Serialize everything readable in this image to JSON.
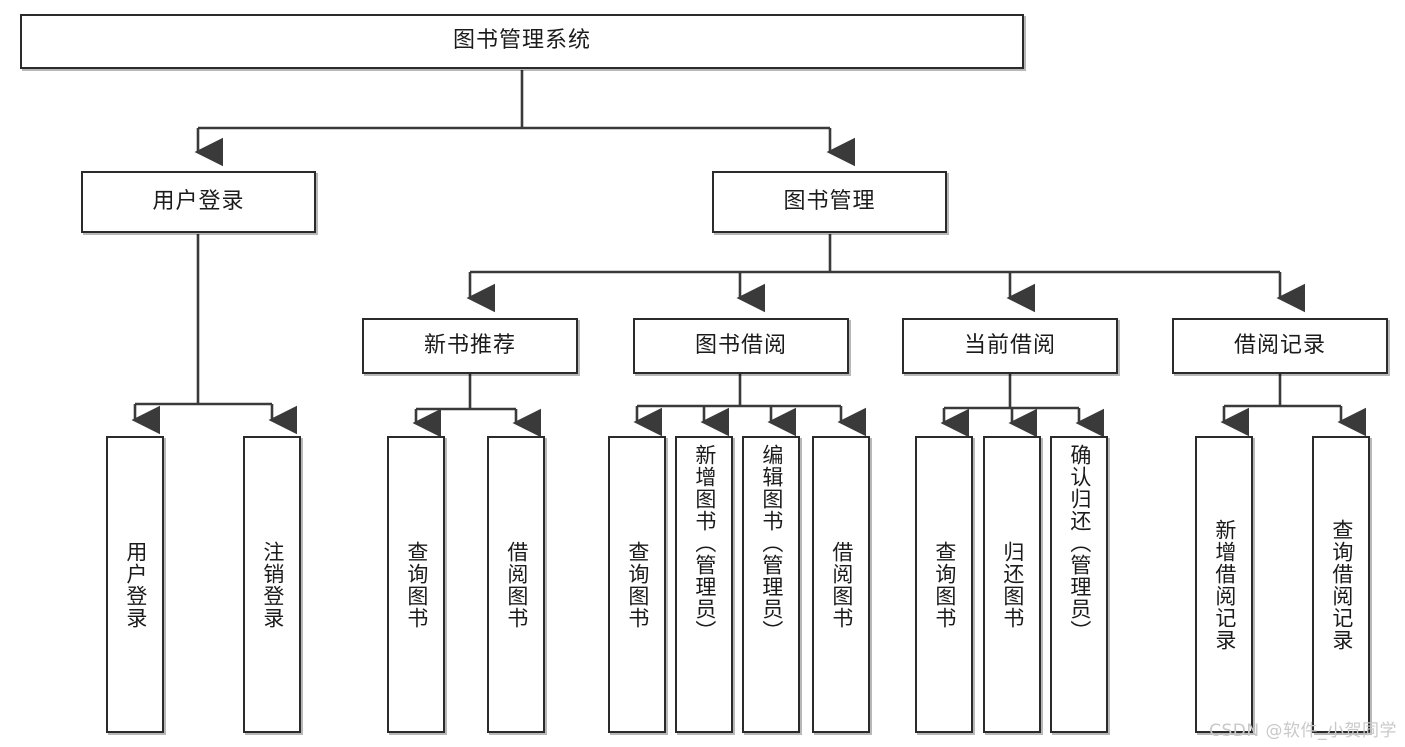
{
  "diagram": {
    "title": "图书管理系统",
    "root": {
      "label": "图书管理系统"
    },
    "level1": [
      {
        "label": "用户登录"
      },
      {
        "label": "图书管理"
      }
    ],
    "level2": [
      {
        "label": "新书推荐"
      },
      {
        "label": "图书借阅"
      },
      {
        "label": "当前借阅"
      },
      {
        "label": "借阅记录"
      }
    ],
    "leaves": {
      "user_login": [
        {
          "label": "用户登录"
        },
        {
          "label": "注销登录"
        }
      ],
      "new_book_recommend": [
        {
          "label": "查询图书"
        },
        {
          "label": "借阅图书"
        }
      ],
      "book_borrow": [
        {
          "label": "查询图书"
        },
        {
          "label": "新增图书（管理员）"
        },
        {
          "label": "编辑图书（管理员）"
        },
        {
          "label": "借阅图书"
        }
      ],
      "current_borrow": [
        {
          "label": "查询图书"
        },
        {
          "label": "归还图书"
        },
        {
          "label": "确认归还（管理员）"
        }
      ],
      "borrow_record": [
        {
          "label": "新增借阅记录"
        },
        {
          "label": "查询借阅记录"
        }
      ]
    }
  },
  "watermark": {
    "text": "CSDN @软件_小贺同学"
  },
  "colors": {
    "box_border": "#2b2b2b",
    "box_fill": "#ffffff",
    "connector": "#3a3a3a",
    "text": "#1b1b1b",
    "watermark": "#c9c9c9"
  }
}
